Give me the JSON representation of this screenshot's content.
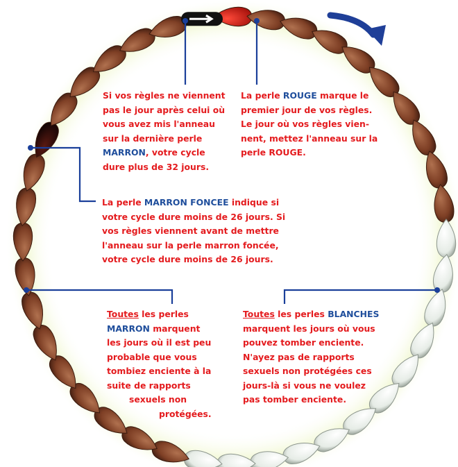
{
  "colors": {
    "text": "#e41b1e",
    "highlight": "#1f4e9c",
    "connector": "#1a3f9a",
    "bead_brown": "#8c4a2f",
    "bead_dark": "#2a0a08",
    "bead_red": "#d9231c",
    "bead_white": "#f2f5f2",
    "arrow": "#1f3f98"
  },
  "beads": {
    "brown_count": 26,
    "white_count": 12
  },
  "annotations": {
    "missed": {
      "line1": "Si vos règles ne viennent",
      "line2": "pas le jour après celui où",
      "line3": "vous avez mis l'anneau",
      "line4": "sur la dernière perle",
      "line5_hl": "MARRON",
      "line5_rest": ", votre cycle",
      "line6": "dure plus de 32 jours."
    },
    "red": {
      "line1_pre": "La perle ",
      "line1_hl": "ROUGE",
      "line1_rest": " marque le",
      "line2": "premier jour de vos règles.",
      "line3": "Le jour où vos règles vien-",
      "line4": "nent, mettez l'anneau sur la",
      "line5": "perle ROUGE."
    },
    "dark": {
      "line1_pre": "La perle ",
      "line1_hl": "MARRON FONCEE",
      "line1_rest": " indique si",
      "line2": "votre cycle dure moins de 26 jours. Si",
      "line3": "vos règles viennent avant de mettre",
      "line4": "l'anneau sur la perle marron foncée,",
      "line5": "votre cycle dure moins de 26 jours."
    },
    "brown": {
      "line1_u": "Toutes",
      "line1_rest": " les perles",
      "line2_hl": "MARRON",
      "line2_rest": " marquent",
      "line3": "les jours où il est peu",
      "line4": "probable que vous",
      "line5": "tombiez enciente à la",
      "line6": "suite de rapports",
      "line7": "sexuels non",
      "line8": "protégées."
    },
    "white": {
      "line1_u": "Toutes",
      "line1_mid": " les perles ",
      "line1_hl": "BLANCHES",
      "line2": "marquent les jours où vous",
      "line3": "pouvez tomber enciente.",
      "line4": "N'ayez pas de rapports",
      "line5": "sexuels non protégées ces",
      "line6": "jours-là si vous ne voulez",
      "line7": "pas tomber enciente."
    }
  }
}
